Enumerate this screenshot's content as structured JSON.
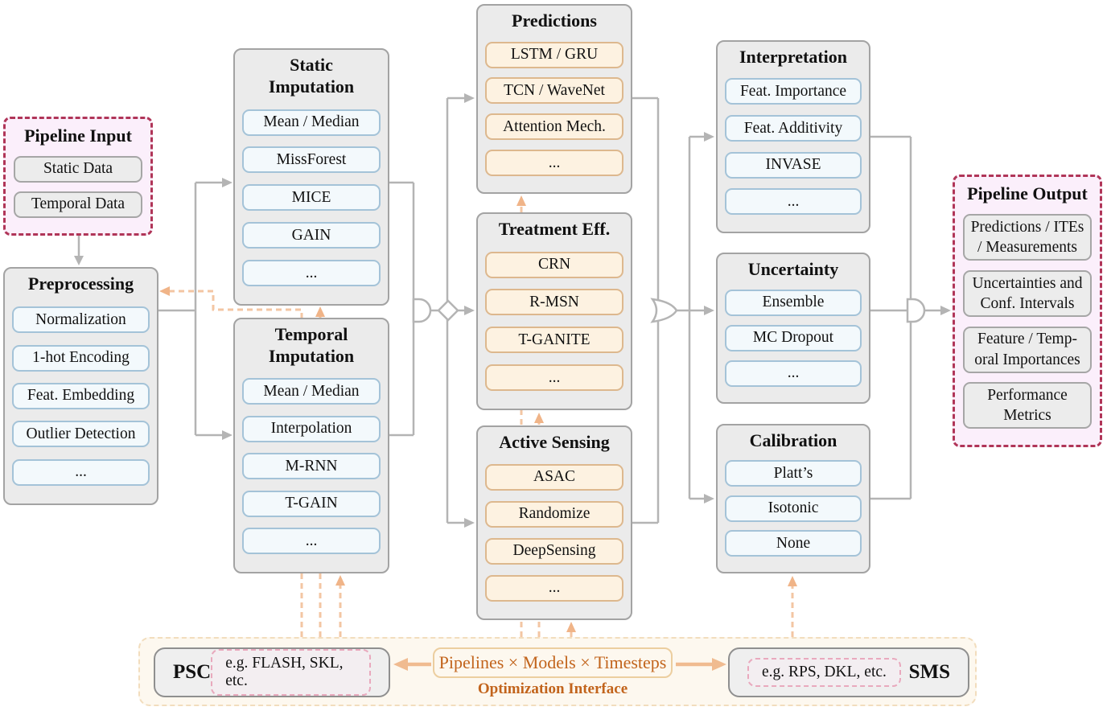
{
  "colors": {
    "stage_bg": "#ebebeb",
    "stage_border": "#a3a3a3",
    "blue_item_bg": "#f3f9fc",
    "blue_item_border": "#a4c3d8",
    "orange_item_bg": "#fdf2e1",
    "orange_item_border": "#ddb88e",
    "io_panel_bg": "#fbeffb",
    "io_panel_border": "#b03558",
    "io_item_bg": "#ececec",
    "io_item_border": "#a6a6a6",
    "connector_gray": "#b4b4b4",
    "connector_orange_dashed": "#f3c6a3",
    "opt_bg": "#fdf8ef",
    "opt_border": "#f2ddbd",
    "opt_text": "#c2641c",
    "examples_border": "#e9a9bd"
  },
  "input_panel": {
    "title": "Pipeline Input",
    "items": [
      "Static Data",
      "Temporal Data"
    ]
  },
  "stages": {
    "preprocessing": {
      "title": "Preprocessing",
      "items": [
        "Normalization",
        "1-hot Encoding",
        "Feat. Embedding",
        "Outlier Detection",
        "..."
      ]
    },
    "static_imputation": {
      "title": "Static\nImputation",
      "items": [
        "Mean / Median",
        "MissForest",
        "MICE",
        "GAIN",
        "..."
      ]
    },
    "temporal_imputation": {
      "title": "Temporal\nImputation",
      "items": [
        "Mean / Median",
        "Interpolation",
        "M-RNN",
        "T-GAIN",
        "..."
      ]
    },
    "predictions": {
      "title": "Predictions",
      "items": [
        "LSTM / GRU",
        "TCN / WaveNet",
        "Attention Mech.",
        "..."
      ]
    },
    "treatment_effects": {
      "title": "Treatment Eff.",
      "items": [
        "CRN",
        "R-MSN",
        "T-GANITE",
        "..."
      ]
    },
    "active_sensing": {
      "title": "Active Sensing",
      "items": [
        "ASAC",
        "Randomize",
        "DeepSensing",
        "..."
      ]
    },
    "interpretation": {
      "title": "Interpretation",
      "items": [
        "Feat. Importance",
        "Feat. Additivity",
        "INVASE",
        "..."
      ]
    },
    "uncertainty": {
      "title": "Uncertainty",
      "items": [
        "Ensemble",
        "MC Dropout",
        "..."
      ]
    },
    "calibration": {
      "title": "Calibration",
      "items": [
        "Platt’s",
        "Isotonic",
        "None"
      ]
    }
  },
  "output_panel": {
    "title": "Pipeline Output",
    "items": [
      "Predictions / ITEs\n/ Measurements",
      "Uncertainties and\nConf. Intervals",
      "Feature / Temp-\noral Importances",
      "Performance\nMetrics"
    ]
  },
  "optimization": {
    "psc_label": "PSC",
    "psc_examples": "e.g. FLASH, SKL, etc.",
    "center_label": "Pipelines × Models × Timesteps",
    "interface_label": "Optimization Interface",
    "sms_examples": "e.g. RPS, DKL, etc.",
    "sms_label": "SMS"
  }
}
